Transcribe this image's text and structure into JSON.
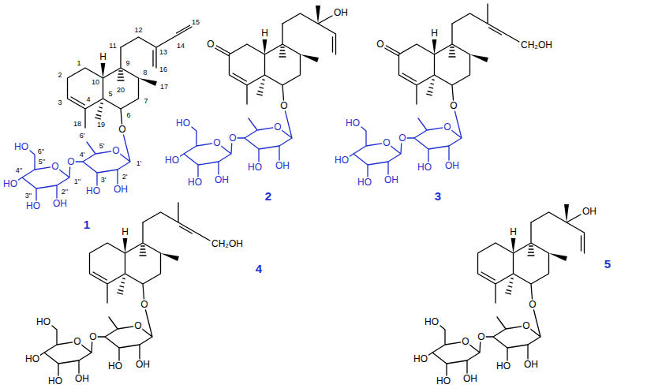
{
  "diagram": {
    "labels": [
      "15",
      "14",
      "13",
      "12",
      "11",
      "16",
      "H",
      "1",
      "10",
      "9",
      "8",
      "20",
      "17",
      "2",
      "3",
      "4",
      "5",
      "7",
      "6",
      "19",
      "18",
      "O",
      "6'",
      "5'",
      "O",
      "4'",
      "1'",
      "O",
      "6''",
      "HO",
      "5''",
      "O",
      "4''",
      "1''",
      "HO",
      "2''",
      "3''",
      "3'",
      "2'",
      "HO",
      "OH",
      "HO",
      "OH",
      "1",
      "O",
      "H",
      "OH",
      "O",
      "O",
      "O",
      "HO",
      "O",
      "HO",
      "HO",
      "OH",
      "HO",
      "OH",
      "2",
      "O",
      "H",
      "CH₂OH",
      "O",
      "O",
      "O",
      "HO",
      "O",
      "HO",
      "HO",
      "OH",
      "HO",
      "OH",
      "3",
      "H",
      "CH₂OH",
      "O",
      "O",
      "O",
      "HO",
      "O",
      "HO",
      "HO",
      "OH",
      "HO",
      "OH",
      "4",
      "H",
      "OH",
      "O",
      "O",
      "O",
      "HO",
      "O",
      "HO",
      "HO",
      "OH",
      "HO",
      "OH",
      "5"
    ]
  }
}
